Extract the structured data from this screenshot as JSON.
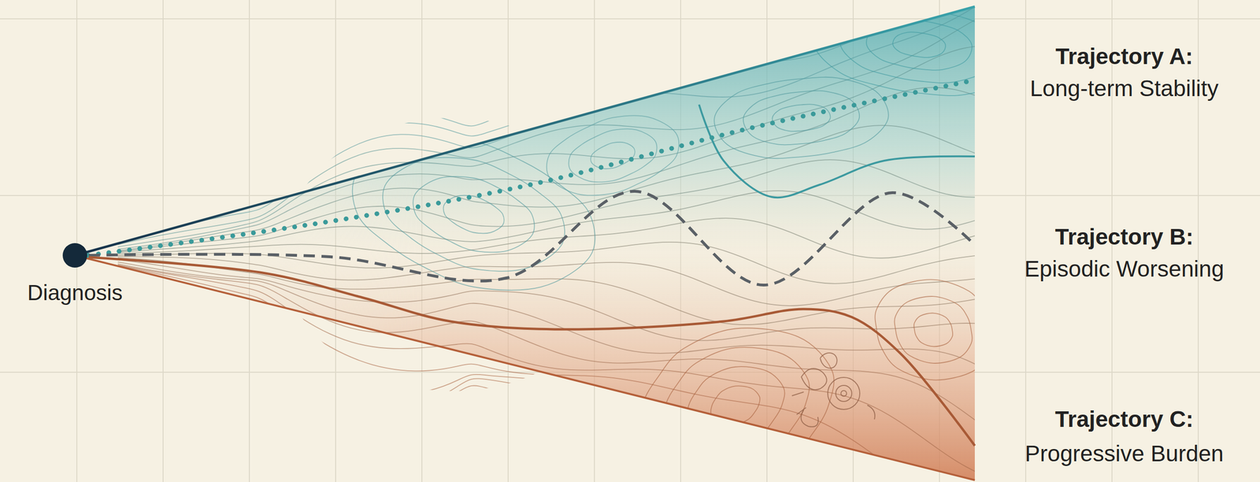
{
  "diagram": {
    "nodes": [
      {
        "text": [
          "Diagnosis"
        ]
      }
    ],
    "labels": [
      "Trajectory A:",
      "Long-term Stability",
      "Trajectory B:",
      "Episodic Worsening",
      "Trajectory C:",
      "Progressive Burden"
    ]
  }
}
